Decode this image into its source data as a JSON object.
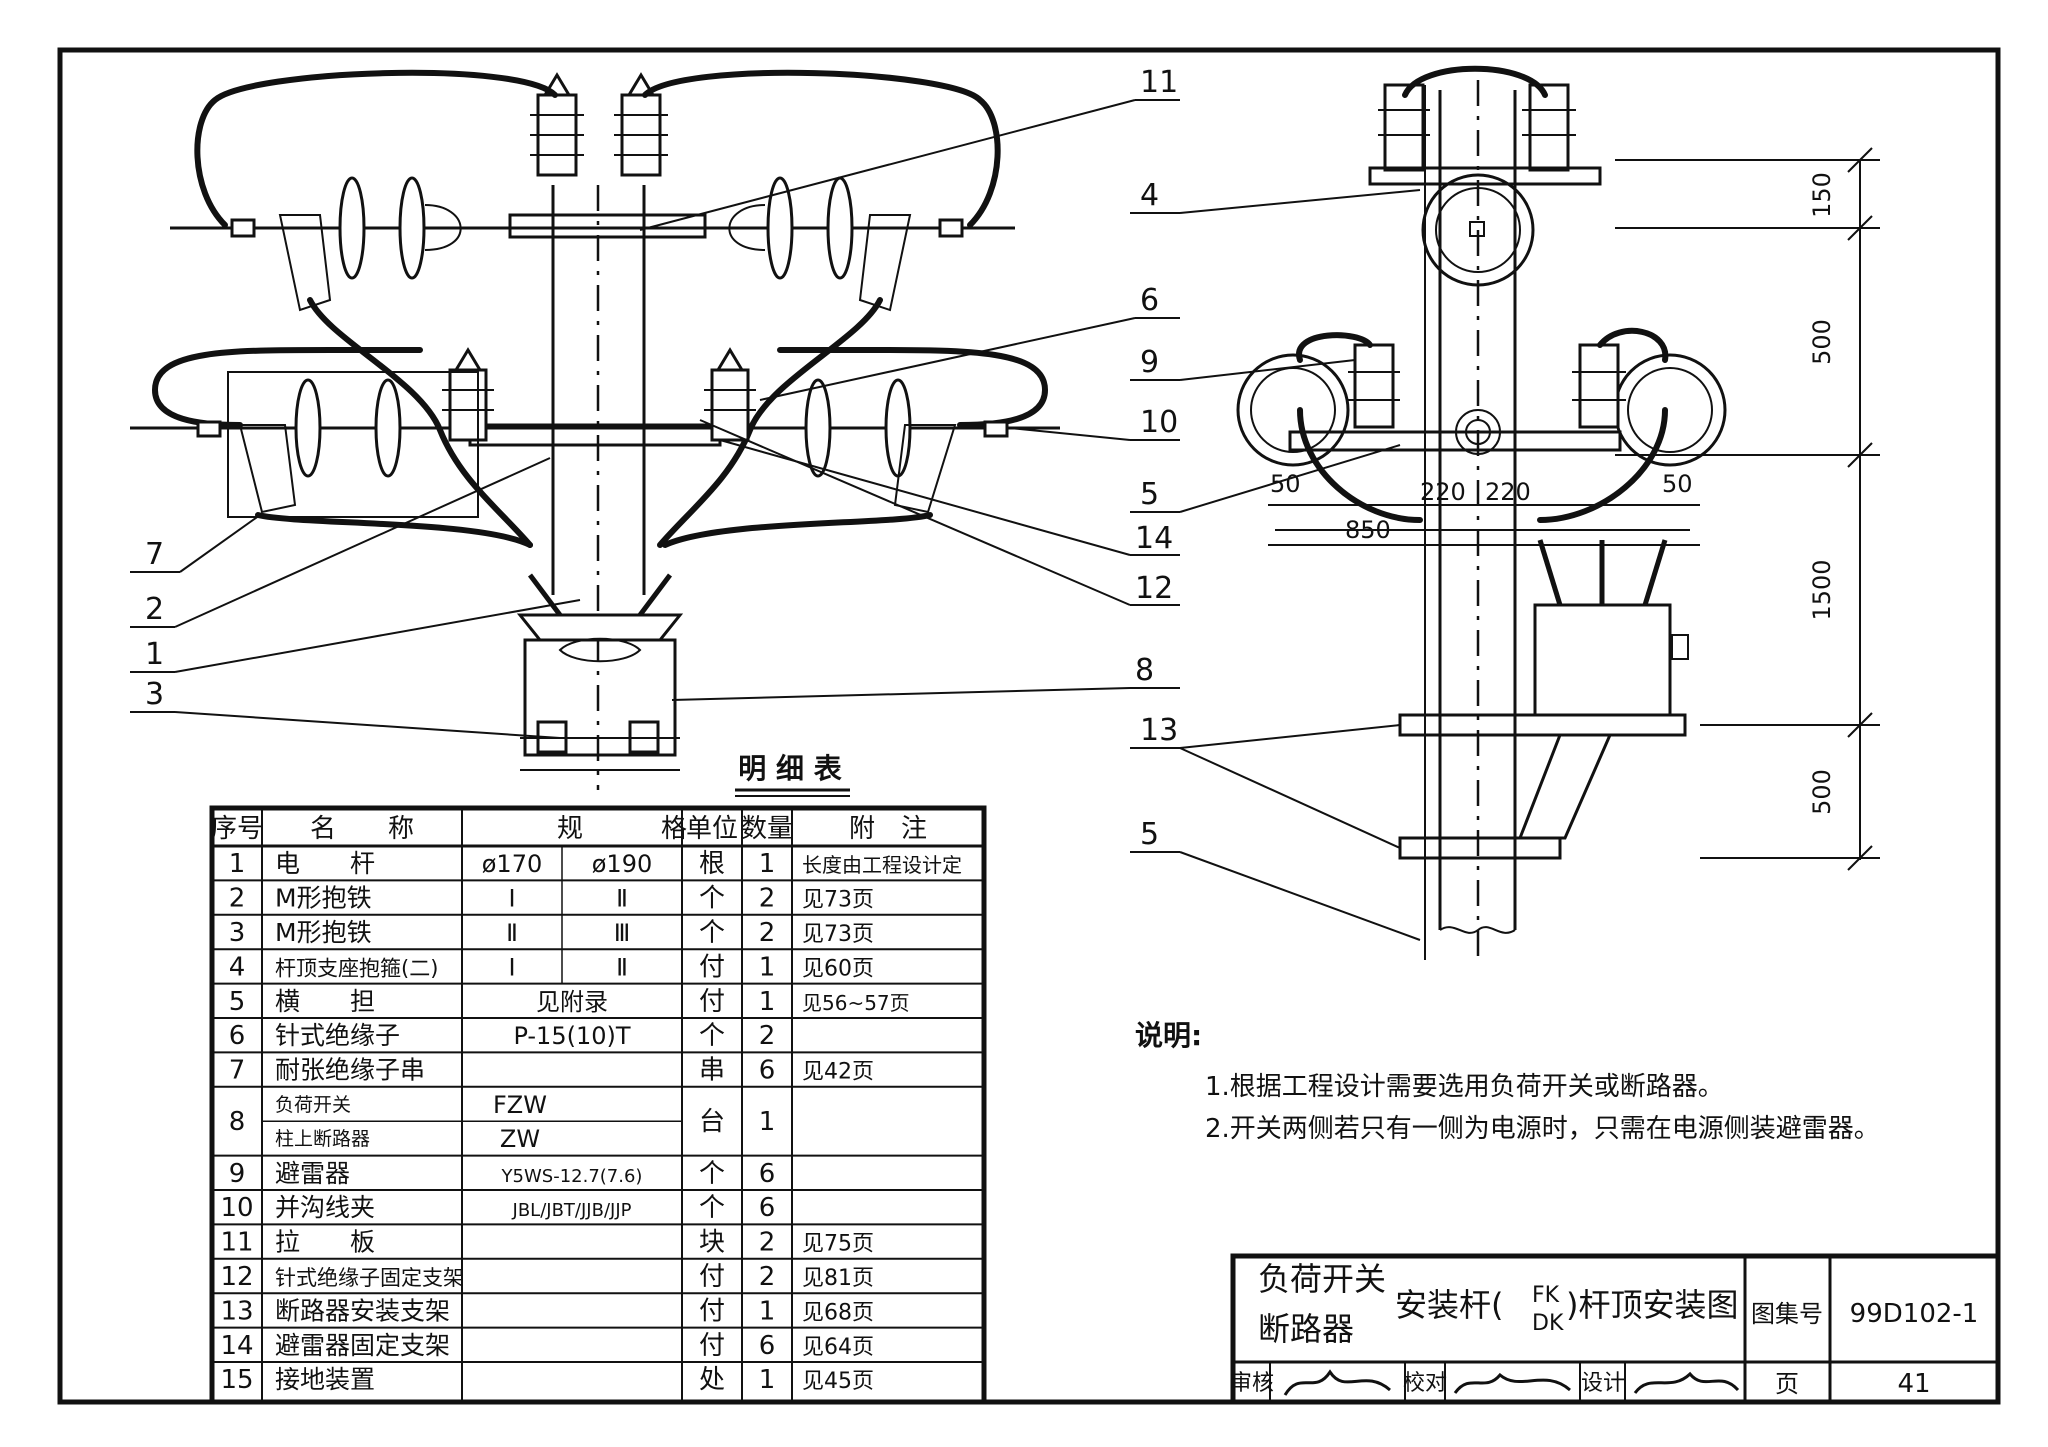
{
  "callouts_left": [
    "1",
    "2",
    "3",
    "7",
    "8",
    "10",
    "11",
    "12",
    "14",
    "6"
  ],
  "callouts_right": [
    "4",
    "9",
    "5",
    "13",
    "5"
  ],
  "dims": {
    "vertical": [
      "150",
      "500",
      "1500",
      "500"
    ],
    "horizontal": [
      "50",
      "220",
      "220",
      "50",
      "850"
    ]
  },
  "table": {
    "title": "明 细 表",
    "headers": [
      "序号",
      "名　　称",
      "规　　　格",
      "单位",
      "数量",
      "附　注"
    ],
    "spec_sub": [
      "ø170",
      "ø190"
    ],
    "rows": [
      {
        "no": "1",
        "name": "电　　杆",
        "spec1": "ø170",
        "spec2": "ø190",
        "unit": "根",
        "qty": "1",
        "note": "长度由工程设计定"
      },
      {
        "no": "2",
        "name": "M形抱铁",
        "spec1": "Ⅰ",
        "spec2": "Ⅱ",
        "unit": "个",
        "qty": "2",
        "note": "见73页"
      },
      {
        "no": "3",
        "name": "M形抱铁",
        "spec1": "Ⅱ",
        "spec2": "Ⅲ",
        "unit": "个",
        "qty": "2",
        "note": "见73页"
      },
      {
        "no": "4",
        "name": "杆顶支座抱箍(二)",
        "spec1": "Ⅰ",
        "spec2": "Ⅱ",
        "unit": "付",
        "qty": "1",
        "note": "见60页"
      },
      {
        "no": "5",
        "name": "横　　担",
        "spec1": "见附录",
        "spec2": "",
        "unit": "付",
        "qty": "1",
        "note": "见56~57页"
      },
      {
        "no": "6",
        "name": "针式绝缘子",
        "spec1": "P-15(10)T",
        "spec2": "",
        "unit": "个",
        "qty": "2",
        "note": ""
      },
      {
        "no": "7",
        "name": "耐张绝缘子串",
        "spec1": "",
        "spec2": "",
        "unit": "串",
        "qty": "6",
        "note": "见42页"
      },
      {
        "no": "8",
        "name_a": "负荷开关",
        "name_b": "柱上断路器",
        "spec_a": "FZW",
        "spec_b": "ZW",
        "unit": "台",
        "qty": "1",
        "note": ""
      },
      {
        "no": "9",
        "name": "避雷器",
        "spec1": "Y5WS-12.7(7.6)",
        "spec2": "",
        "unit": "个",
        "qty": "6",
        "note": ""
      },
      {
        "no": "10",
        "name": "并沟线夹",
        "spec1": "JBL/JBT/JJB/JJP",
        "spec2": "",
        "unit": "个",
        "qty": "6",
        "note": ""
      },
      {
        "no": "11",
        "name": "拉　　板",
        "spec1": "",
        "spec2": "",
        "unit": "块",
        "qty": "2",
        "note": "见75页"
      },
      {
        "no": "12",
        "name": "针式绝缘子固定支架",
        "spec1": "",
        "spec2": "",
        "unit": "付",
        "qty": "2",
        "note": "见81页"
      },
      {
        "no": "13",
        "name": "断路器安装支架",
        "spec1": "",
        "spec2": "",
        "unit": "付",
        "qty": "1",
        "note": "见68页"
      },
      {
        "no": "14",
        "name": "避雷器固定支架",
        "spec1": "",
        "spec2": "",
        "unit": "付",
        "qty": "6",
        "note": "见64页"
      },
      {
        "no": "15",
        "name": "接地装置",
        "spec1": "",
        "spec2": "",
        "unit": "处",
        "qty": "1",
        "note": "见45页"
      }
    ]
  },
  "notes": {
    "heading": "说明:",
    "items": [
      "1.根据工程设计需要选用负荷开关或断路器。",
      "2.开关两侧若只有一侧为电源时，只需在电源侧装避雷器。"
    ]
  },
  "titleblock": {
    "title_a": "负荷开关",
    "title_b": "断路器",
    "title_mid": "安装杆(",
    "fk": "FK",
    "dk": "DK",
    "title_end": ")杆顶安装图",
    "atlas_label": "图集号",
    "atlas_no": "99D102-1",
    "review_label": "审核",
    "check_label": "校对",
    "design_label": "设计",
    "page_label": "页",
    "page_no": "41"
  }
}
